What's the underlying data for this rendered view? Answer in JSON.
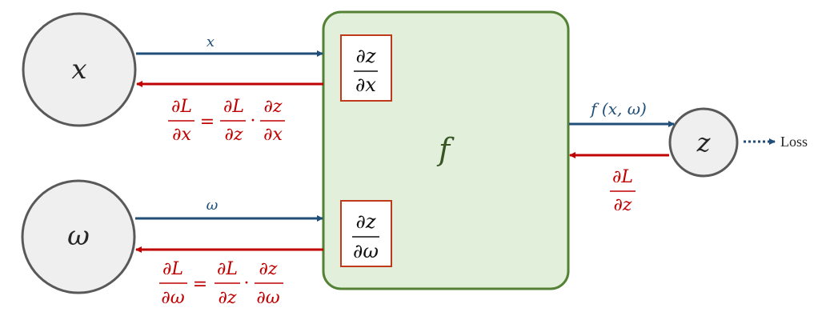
{
  "colors": {
    "forward": "#1f4e79",
    "backward": "#c00000",
    "node_fill": "#efefef",
    "node_stroke": "#595959",
    "func_fill": "#e2efda",
    "func_stroke": "#548235",
    "deriv_box_stroke": "#c0391b",
    "func_label": "#375623"
  },
  "nodes": {
    "x": {
      "label": "x"
    },
    "omega": {
      "label": "ω"
    },
    "z": {
      "label": "z"
    }
  },
  "function_block": {
    "label": "f",
    "local_grad_x": {
      "num": "∂z",
      "den": "∂x"
    },
    "local_grad_w": {
      "num": "∂z",
      "den": "∂ω"
    }
  },
  "forward_labels": {
    "x_edge": "x",
    "w_edge": "ω",
    "out_edge": "f (x, ω)"
  },
  "backward_labels": {
    "x_grad": {
      "lhs": {
        "num": "∂L",
        "den": "∂x"
      },
      "eq": "=",
      "r1": {
        "num": "∂L",
        "den": "∂z"
      },
      "dot": "·",
      "r2": {
        "num": "∂z",
        "den": "∂x"
      }
    },
    "w_grad": {
      "lhs": {
        "num": "∂L",
        "den": "∂ω"
      },
      "eq": "=",
      "r1": {
        "num": "∂L",
        "den": "∂z"
      },
      "dot": "·",
      "r2": {
        "num": "∂z",
        "den": "∂ω"
      }
    },
    "z_grad": {
      "num": "∂L",
      "den": "∂z"
    }
  },
  "loss_label": "Loss"
}
